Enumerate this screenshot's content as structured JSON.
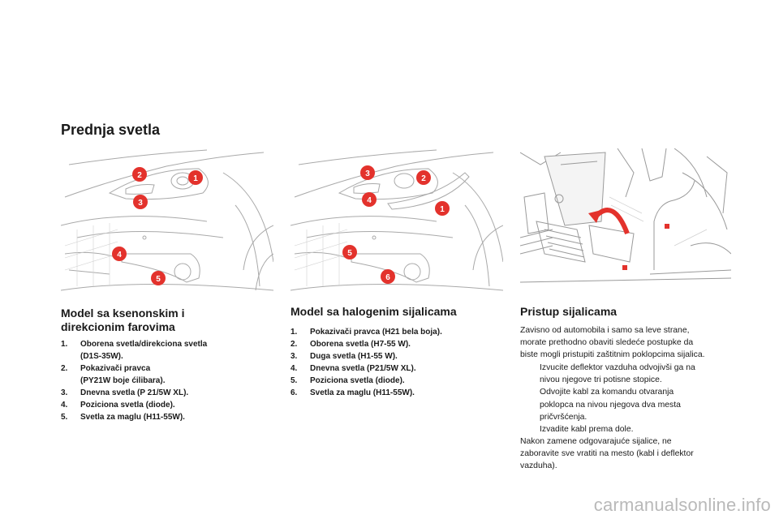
{
  "page": {
    "title": "Prednja svetla",
    "watermark": "carmanualsonline.info"
  },
  "figures": {
    "xenon": {
      "callouts": [
        "1",
        "2",
        "3",
        "4",
        "5"
      ]
    },
    "halogen": {
      "callouts": [
        "1",
        "2",
        "3",
        "4",
        "5",
        "6"
      ]
    }
  },
  "colors": {
    "callout": "#e3322c",
    "line": "#a9a9a9",
    "arrow": "#e3322c"
  },
  "xenon": {
    "heading_line1": "Model sa ksenonskim i",
    "heading_line2": "direkcionim farovima",
    "items": [
      {
        "num": "1.",
        "line1": "Oborena svetla/direkciona svetla",
        "line2": "(D1S-35W)."
      },
      {
        "num": "2.",
        "line1": "Pokazivači pravca",
        "line2": "(PY21W boje ćilibara)."
      },
      {
        "num": "3.",
        "line1": "Dnevna svetla (P 21/5W XL)."
      },
      {
        "num": "4.",
        "line1": "Poziciona svetla (diode)."
      },
      {
        "num": "5.",
        "line1": "Svetla za maglu (H11-55W)."
      }
    ]
  },
  "halogen": {
    "heading": "Model sa halogenim sijalicama",
    "items": [
      {
        "num": "1.",
        "text": "Pokazivači pravca (H21 bela boja)."
      },
      {
        "num": "2.",
        "text": "Oborena svetla (H7-55 W)."
      },
      {
        "num": "3.",
        "text": "Duga svetla (H1-55 W)."
      },
      {
        "num": "4.",
        "text": "Dnevna svetla (P21/5W XL)."
      },
      {
        "num": "5.",
        "text": "Poziciona svetla (diode)."
      },
      {
        "num": "6.",
        "text": "Svetla za maglu (H11-55W)."
      }
    ]
  },
  "access": {
    "heading": "Pristup sijalicama",
    "intro": [
      "Zavisno od automobila i samo sa leve strane,",
      "morate prethodno obaviti sledeće postupke da",
      "biste mogli pristupiti zaštitnim poklopcima sijalica."
    ],
    "bullet_glyph": "",
    "bullets": [
      {
        "line1": "Izvucite deflektor vazduha odvojivši ga na",
        "line2": "nivou njegove tri potisne stopice."
      },
      {
        "line1": "Odvojite kabl za komandu otvaranja",
        "line2": "poklopca na nivou njegova dva mesta",
        "line3": "pričvršćenja."
      },
      {
        "line1": "Izvadite kabl prema dole."
      }
    ],
    "outro": [
      "Nakon zamene odgovarajuće sijalice, ne",
      "zaboravite sve vratiti na mesto (kabl i deflektor",
      "vazduha)."
    ]
  }
}
